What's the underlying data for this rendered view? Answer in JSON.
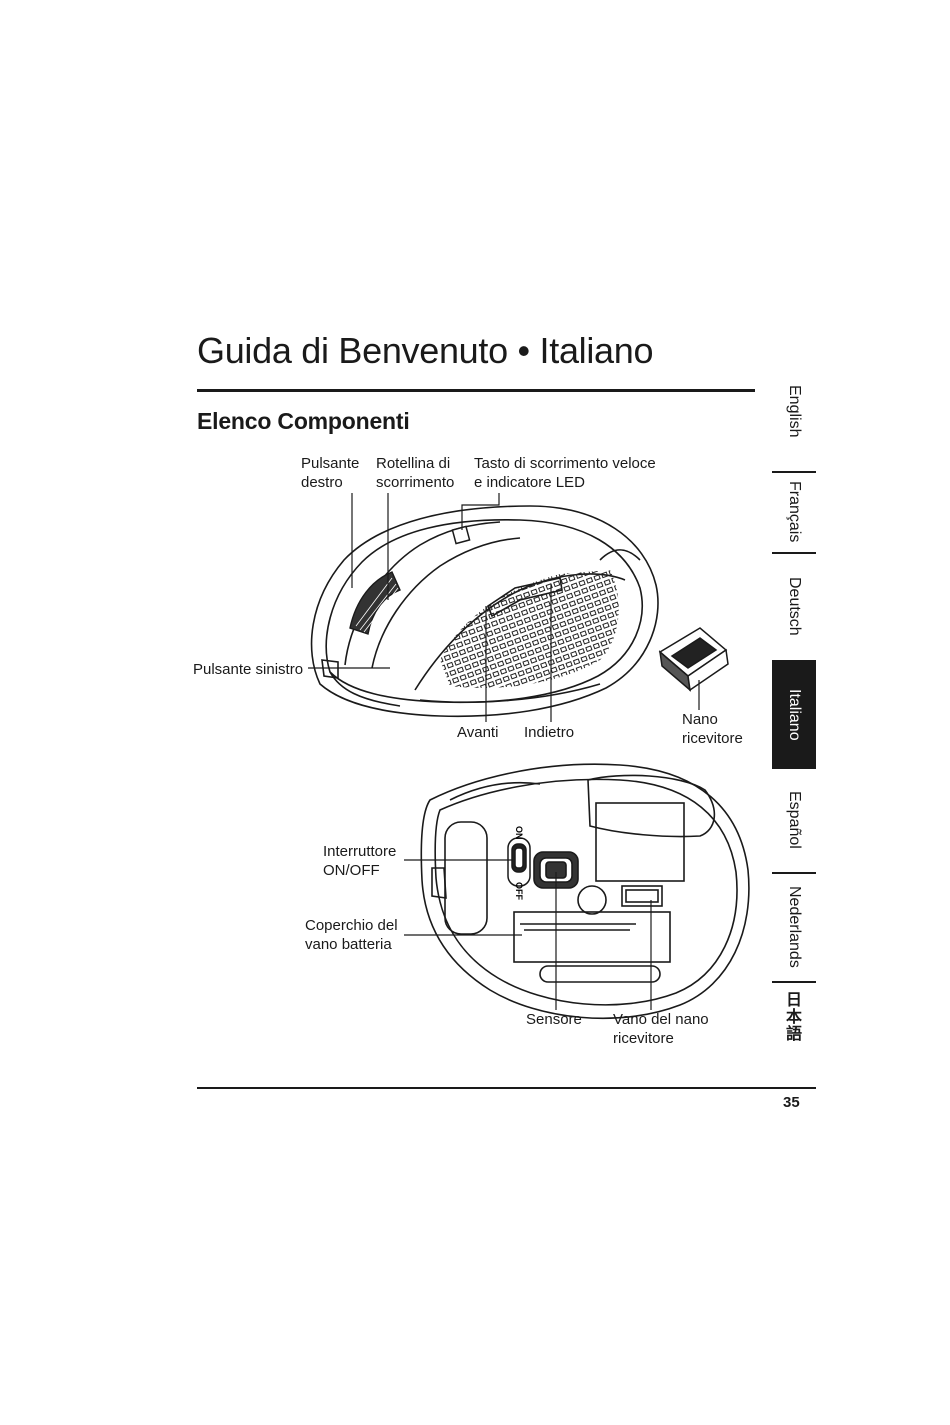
{
  "header": {
    "title": "Guida di Benvenuto • Italiano",
    "section_title": "Elenco Componenti"
  },
  "language_tabs": [
    {
      "label": "English",
      "active": false
    },
    {
      "label": "Français",
      "active": false
    },
    {
      "label": "Deutsch",
      "active": false
    },
    {
      "label": "Italiano",
      "active": true
    },
    {
      "label": "Español",
      "active": false
    },
    {
      "label": "Nederlands",
      "active": false
    },
    {
      "label": "日本語",
      "active": false
    }
  ],
  "top_view_callouts": {
    "right_button": "Pulsante\ndestro",
    "scroll_wheel": "Rotellina di\nscorrimento",
    "fast_scroll": "Tasto di scorrimento veloce\ne indicatore LED",
    "left_button": "Pulsante sinistro",
    "forward": "Avanti",
    "back": "Indietro",
    "nano_receiver": "Nano\nricevitore"
  },
  "bottom_view_callouts": {
    "power_switch": "Interruttore\nON/OFF",
    "battery_cover": "Coperchio del\nvano batteria",
    "sensor": "Sensore",
    "receiver_slot": "Vano del nano\nricevitore",
    "switch_on": "ON",
    "switch_off": "OFF"
  },
  "footer": {
    "page_number": "35"
  }
}
